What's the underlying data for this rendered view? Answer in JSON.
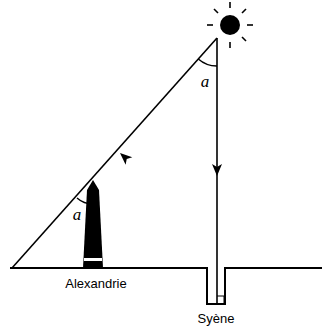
{
  "diagram": {
    "labels": [
      "a",
      "a",
      "Alexandrie",
      "Syène"
    ]
  }
}
